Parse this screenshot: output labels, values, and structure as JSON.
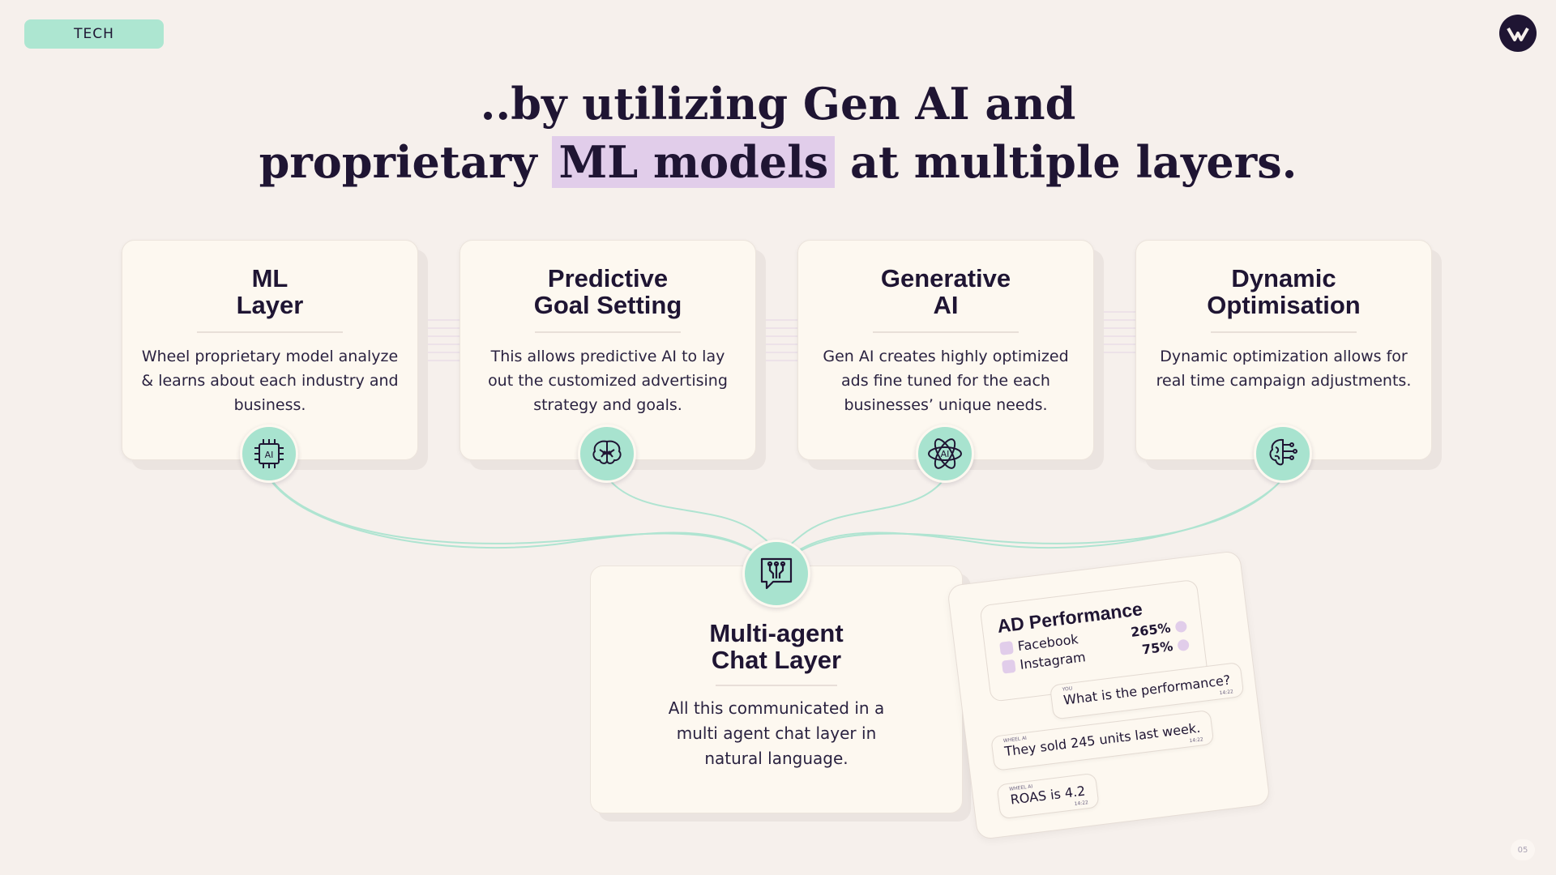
{
  "tag": "TECH",
  "headline": {
    "line1": "..by utilizing  Gen AI and",
    "line2_before": "proprietary ",
    "line2_highlight": "ML models",
    "line2_after": " at multiple layers."
  },
  "cards": [
    {
      "title1": "ML",
      "title2": "Layer",
      "desc": "Wheel proprietary model analyze & learns about each industry and business.",
      "icon": "ai-chip-icon"
    },
    {
      "title1": "Predictive",
      "title2": "Goal Setting",
      "desc": "This allows predictive AI to lay out the customized advertising strategy and goals.",
      "icon": "brain-icon"
    },
    {
      "title1": "Generative",
      "title2": "AI",
      "desc": "Gen AI creates highly optimized ads fine tuned for the each businesses’ unique needs.",
      "icon": "ai-atom-icon"
    },
    {
      "title1": "Dynamic",
      "title2": "Optimisation",
      "desc": "Dynamic optimization allows for real time campaign adjustments.",
      "icon": "brain-circuit-icon"
    }
  ],
  "chat_layer": {
    "title1": "Multi-agent",
    "title2": "Chat Layer",
    "desc": "All this communicated in a multi agent chat layer in natural language.",
    "icon": "chat-circuit-icon"
  },
  "ad_panel": {
    "title": "AD Performance",
    "rows": [
      {
        "name": "Facebook",
        "value": "265%"
      },
      {
        "name": "Instagram",
        "value": "75%"
      }
    ],
    "messages": [
      {
        "who": "YOU",
        "text": "What is the performance?",
        "time": "14:22"
      },
      {
        "who": "WHEEL AI",
        "text": "They sold 245 units last week.",
        "time": "14:22"
      },
      {
        "who": "WHEEL AI",
        "text": "ROAS is 4.2",
        "time": "14:22"
      }
    ]
  },
  "page_number": "05",
  "colors": {
    "background": "#f6f0ec",
    "mint": "#a8e3cf",
    "lavender": "#e1cdea",
    "ink": "#1f1533"
  }
}
